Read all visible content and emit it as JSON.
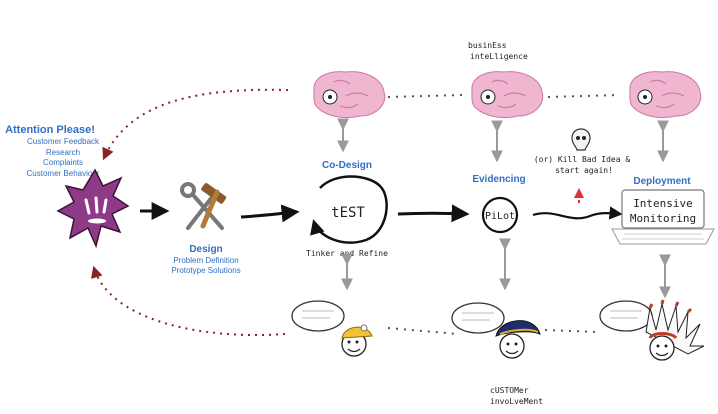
{
  "attention": {
    "title": "Attention Please!",
    "items": [
      "Customer Feedback",
      "Research",
      "Complaints",
      "Customer Behaviour"
    ]
  },
  "design": {
    "title": "Design",
    "lines": [
      "Problem Definition",
      "Prototype Solutions"
    ]
  },
  "codesign": {
    "title": "Co-Design"
  },
  "test_label": "tEST",
  "tinker_label": "Tinker and Refine",
  "evidencing": {
    "title": "Evidencing"
  },
  "pilot_label": "PiLot",
  "kill_note": [
    "(or) Kill Bad Idea &",
    "start again!"
  ],
  "deployment": {
    "title": "Deployment"
  },
  "monitor_lines": [
    "Intensive",
    "Monitoring"
  ],
  "business_intel": [
    "businEss",
    "inteLligence"
  ],
  "customer_involvement": [
    "cUSTOMer",
    "invoLveMent"
  ],
  "colors": {
    "blue_label": "#2f6fc6",
    "brain": "#f0b6d0",
    "virus": "#8e3a86",
    "dotted": "#8b2323"
  }
}
